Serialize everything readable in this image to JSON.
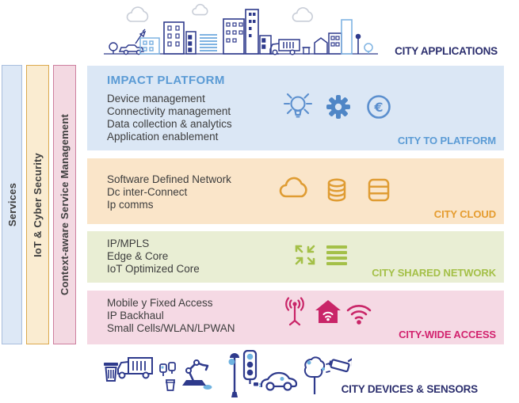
{
  "palette": {
    "navy": "#2c2f6e",
    "body_text": "#3d3d3d",
    "platform_blue": "#5b9bd5",
    "cloud_orange": "#e59c2f",
    "network_green": "#a4c048",
    "access_magenta": "#d2226e",
    "skyline_navy": "#2e3a8c",
    "skyline_lightblue": "#7fb3e2"
  },
  "rails": [
    {
      "label": "Services"
    },
    {
      "label": "IoT & Cyber Security"
    },
    {
      "label": "Context-aware Service Management"
    }
  ],
  "city_applications": {
    "label": "CITY APPLICATIONS"
  },
  "layers": [
    {
      "name": "city-to-platform",
      "title": "IMPACT PLATFORM",
      "lines": [
        "Device management",
        "Connectivity management",
        "Data collection & analytics",
        "Application enablement"
      ],
      "tag": "CITY TO PLATFORM",
      "icons": [
        "lightbulb-icon",
        "gear-icon",
        "euro-coin-icon"
      ]
    },
    {
      "name": "city-cloud",
      "lines": [
        "Software Defined Network",
        "Dc inter-Connect",
        "Ip comms"
      ],
      "tag": "CITY CLOUD",
      "icons": [
        "cloud-icon",
        "database-icon",
        "server-icon"
      ]
    },
    {
      "name": "city-shared-network",
      "lines": [
        "IP/MPLS",
        "Edge & Core",
        "IoT Optimized Core"
      ],
      "tag": "CITY SHARED NETWORK",
      "icons": [
        "resize-arrows-icon",
        "list-bars-icon"
      ]
    },
    {
      "name": "city-wide-access",
      "lines": [
        "Mobile y Fixed Access",
        "IP Backhaul",
        "Small Cells/WLAN/LPWAN"
      ],
      "tag": "CITY-WIDE ACCESS",
      "icons": [
        "antenna-icon",
        "smart-home-wifi-icon",
        "wifi-icon"
      ]
    }
  ],
  "city_devices": {
    "label": "CITY DEVICES & SENSORS",
    "icons": [
      "trash-bin-icon",
      "truck-icon",
      "parking-meters-icon",
      "robot-arm-icon",
      "street-lamp-icon",
      "traffic-light-icon",
      "car-icon",
      "tree-icon",
      "cctv-camera-icon"
    ]
  }
}
